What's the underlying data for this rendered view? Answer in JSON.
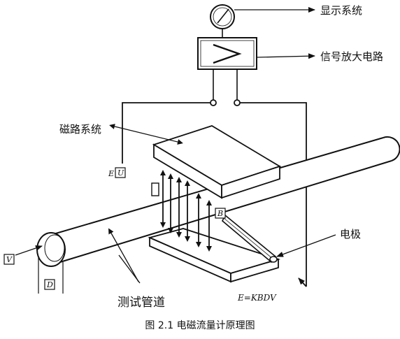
{
  "labels": {
    "display_system": "显示系统",
    "signal_amplifier": "信号放大电路",
    "magnetic_system": "磁路系统",
    "electrode": "电极",
    "measuring_pipe": "测试管道",
    "formula": "E=KBDV",
    "caption": "图 2.1  电磁流量计原理图"
  },
  "symbols": {
    "e": "E",
    "u": "U",
    "b": "B",
    "v": "V",
    "d": "D"
  }
}
